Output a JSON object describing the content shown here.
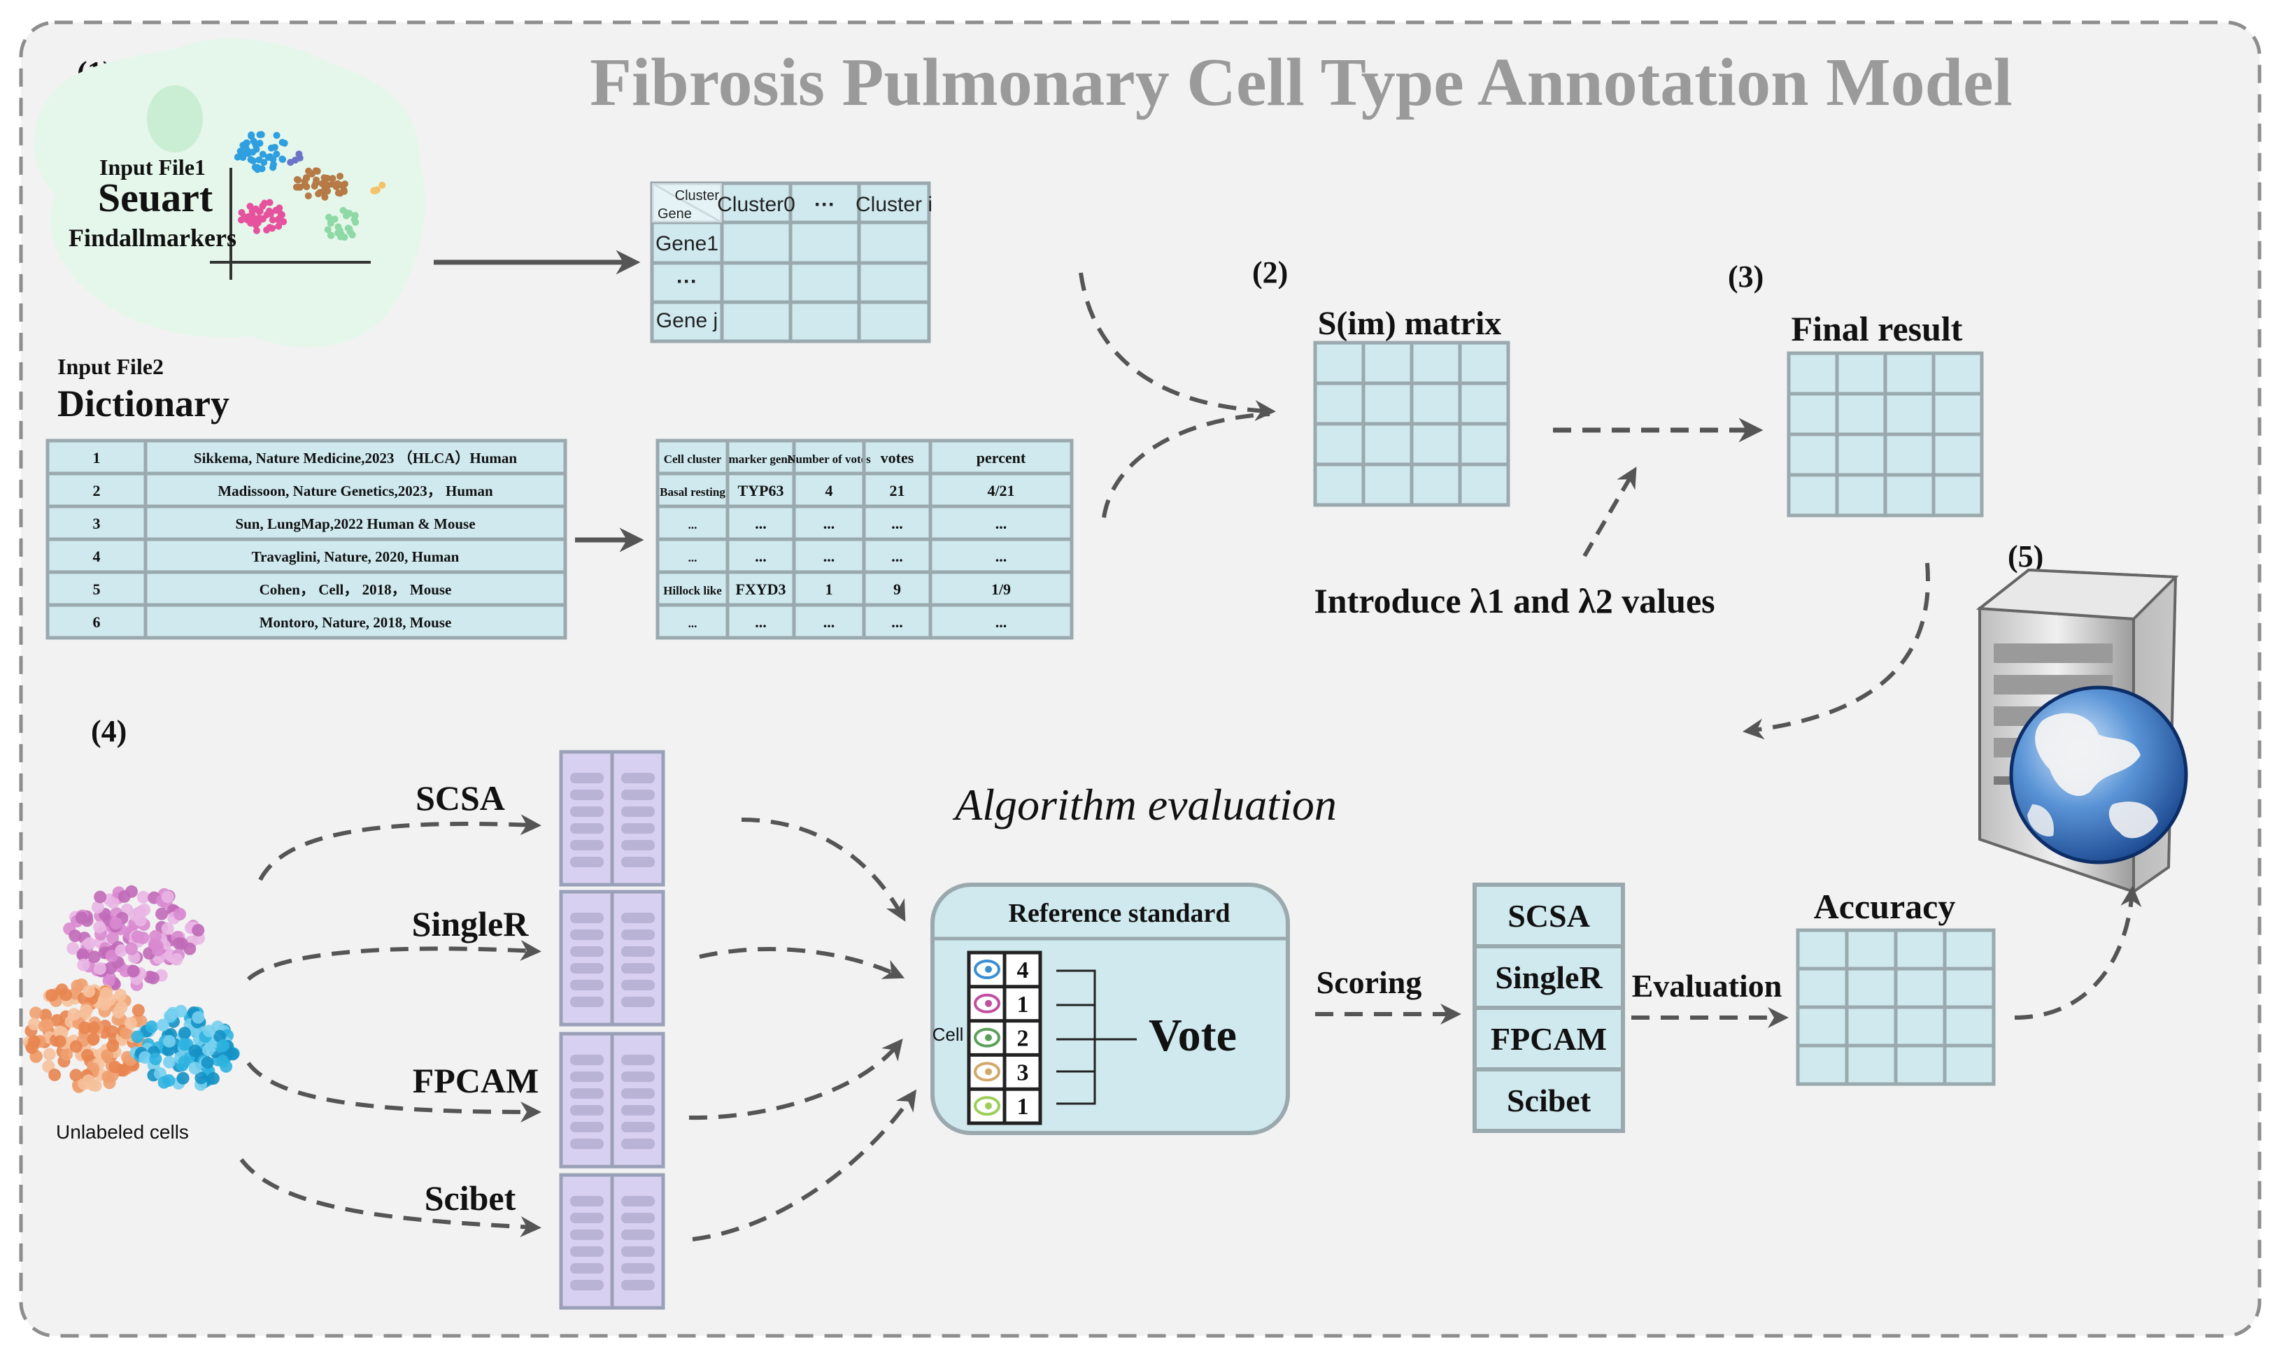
{
  "title": "Fibrosis Pulmonary Cell Type Annotation Model",
  "step_labels": [
    "(1)",
    "(2)",
    "(3)",
    "(4)",
    "(5)"
  ],
  "input1": {
    "line1": "Input File1",
    "line2": "Seuart",
    "line3": "Findallmarkers"
  },
  "marker_table": {
    "corner_top": "Cluster",
    "corner_bottom": "Gene",
    "headers": [
      "Cluster0",
      "···",
      "Cluster i"
    ],
    "rows": [
      "Gene1",
      "···",
      "Gene j"
    ]
  },
  "input2": {
    "line1": "Input File2",
    "line2": "Dictionary"
  },
  "dictionary_rows": [
    [
      "1",
      "Sikkema, Nature Medicine,2023 （HLCA）Human"
    ],
    [
      "2",
      "Madissoon, Nature Genetics,2023， Human"
    ],
    [
      "3",
      "Sun, LungMap,2022 Human & Mouse"
    ],
    [
      "4",
      "Travaglini, Nature, 2020, Human"
    ],
    [
      "5",
      "Cohen， Cell， 2018， Mouse"
    ],
    [
      "6",
      "Montoro, Nature, 2018, Mouse"
    ]
  ],
  "votes_table": {
    "headers": [
      "Cell cluster",
      "marker gene",
      "Number of votes",
      "votes",
      "percent"
    ],
    "rows": [
      [
        "Basal resting",
        "TYP63",
        "4",
        "21",
        "4/21"
      ],
      [
        "...",
        "...",
        "...",
        "...",
        "..."
      ],
      [
        "...",
        "...",
        "...",
        "...",
        "..."
      ],
      [
        "Hillock like",
        "FXYD3",
        "1",
        "9",
        "1/9"
      ],
      [
        "...",
        "...",
        "...",
        "...",
        "..."
      ]
    ]
  },
  "sim_matrix_label": "S(im) matrix",
  "final_result_label": "Final result",
  "lambda_label": "Introduce λ1 and λ2 values",
  "algorithm_eval_label": "Algorithm evaluation",
  "unlabeled_cells_label": "Unlabeled cells",
  "methods": [
    "SCSA",
    "SingleR",
    "FPCAM",
    "Scibet"
  ],
  "reference": {
    "title": "Reference  standard",
    "cell_label": "Cell",
    "votes": [
      "4",
      "1",
      "2",
      "3",
      "1"
    ],
    "vote_label": "Vote"
  },
  "scoring_label": "Scoring",
  "evaluation_label": "Evaluation",
  "accuracy_label": "Accuracy",
  "colors": {
    "cell_fill": "#cfe9ef",
    "cell_border": "#9aa9ae",
    "panel_bg": "#f2f2f2",
    "title_gray": "#9a9a9a",
    "server_column": "#d8d0f0",
    "arrow": "#555555"
  }
}
